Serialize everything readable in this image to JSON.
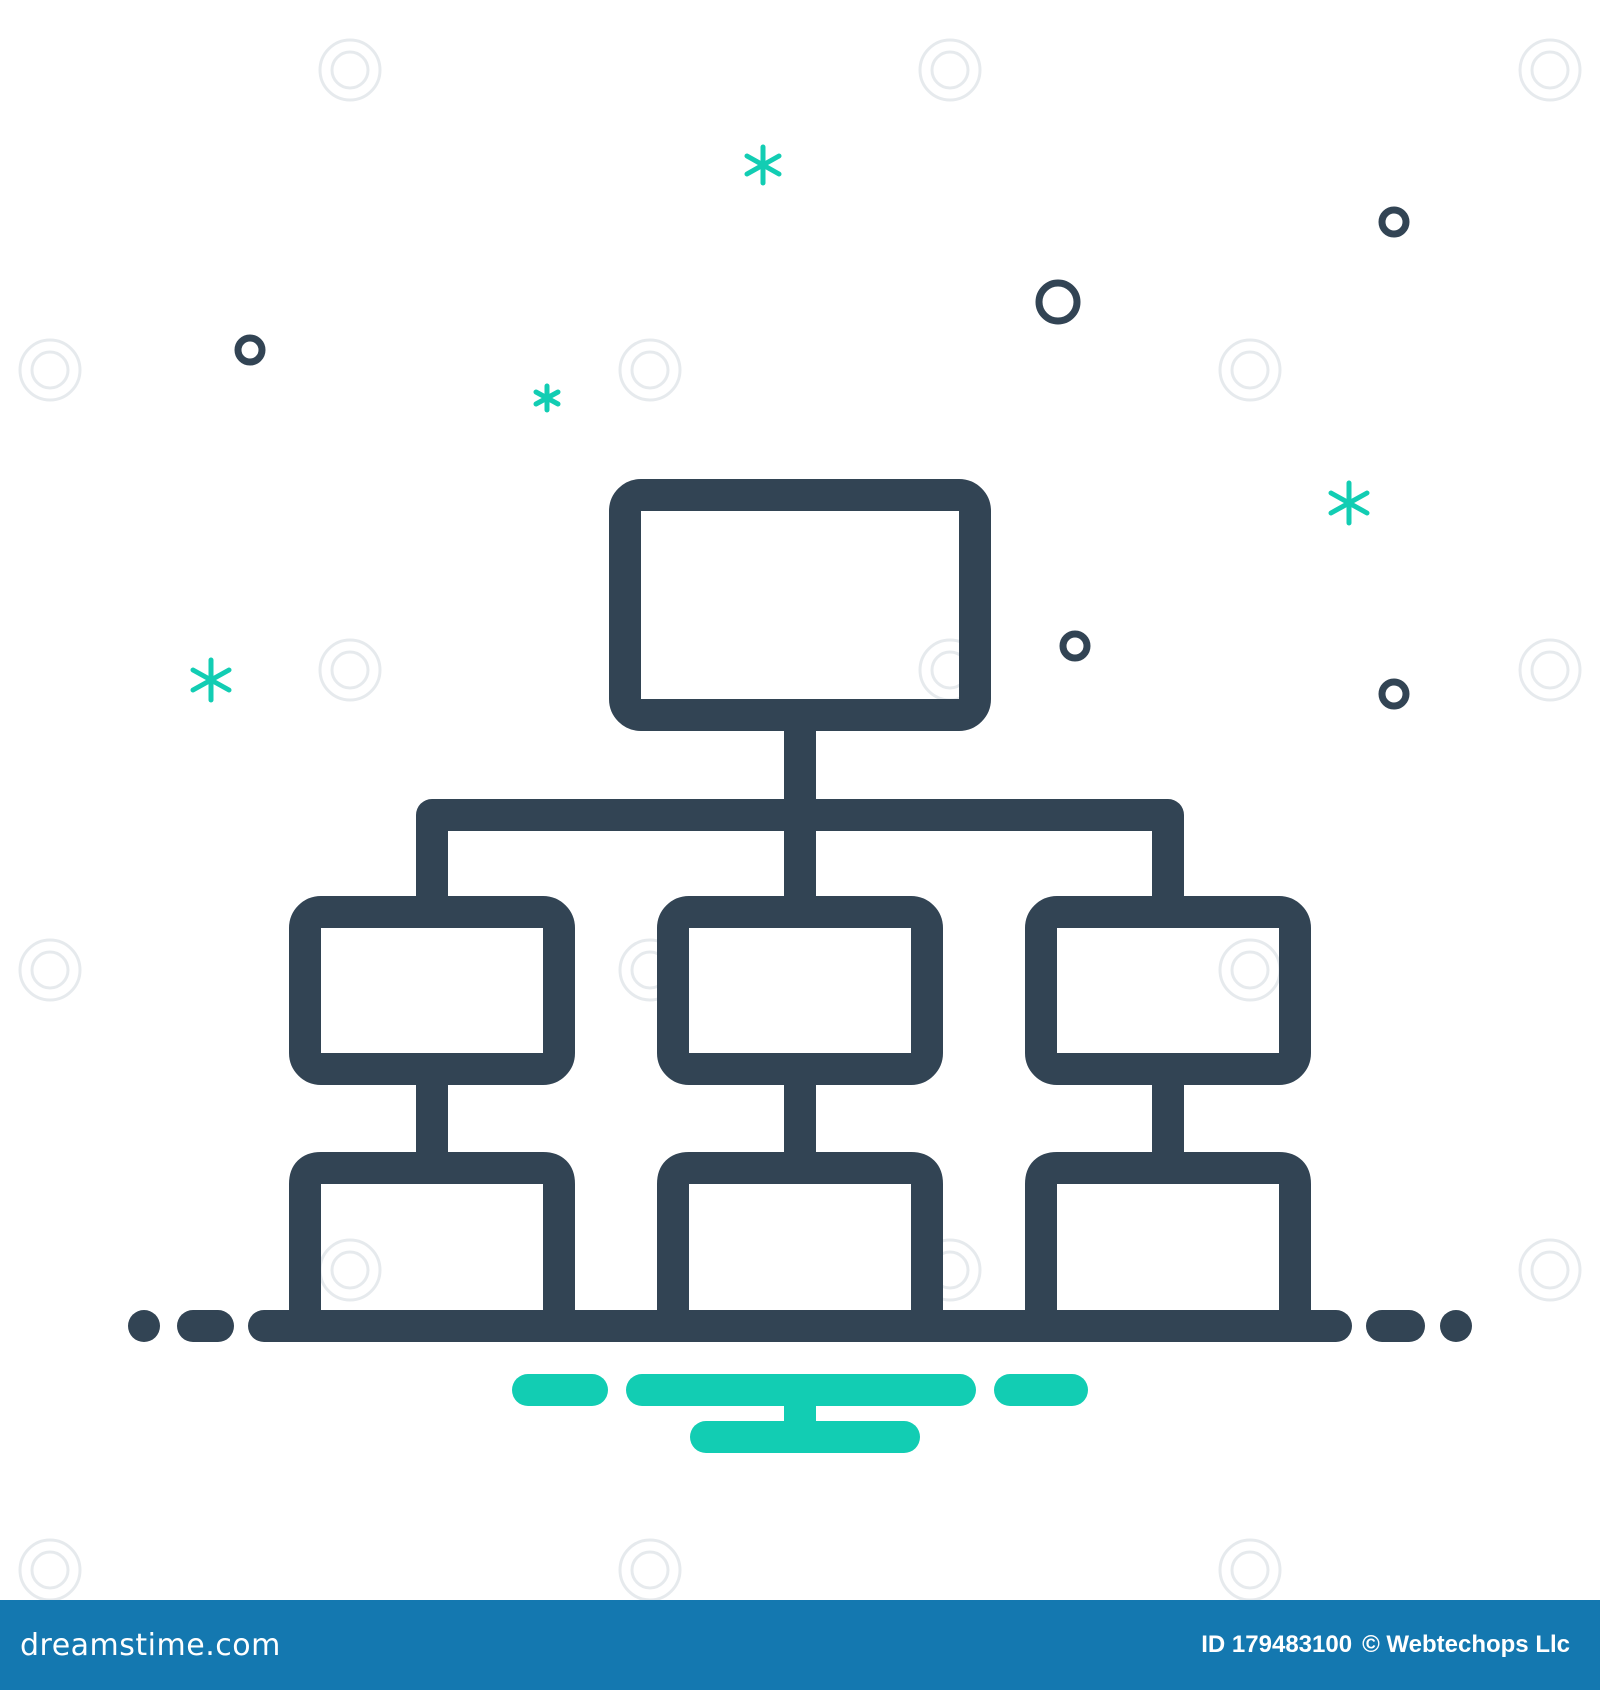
{
  "colors": {
    "stroke": "#324454",
    "accent": "#12cdb3",
    "footer_bg": "#1478b0",
    "footer_text": "#ffffff",
    "background": "#ffffff"
  },
  "icon": {
    "semantic": "hierarchy-org-chart-icon",
    "style": "line"
  },
  "watermark": {
    "text": "dreamstime"
  },
  "footer": {
    "logo_text": "dreamstime.com",
    "image_id": "ID 179483100",
    "copyright": "© Webtechops Llc"
  }
}
